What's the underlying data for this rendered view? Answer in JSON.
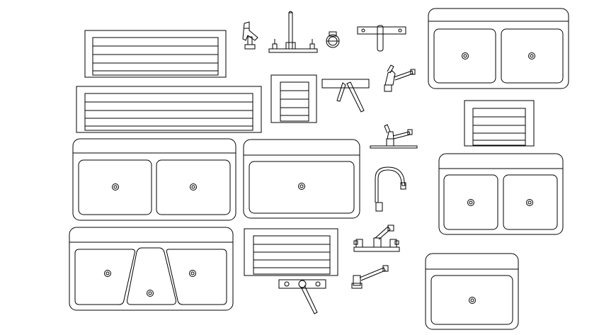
{
  "drawing": {
    "background": "#ffffff",
    "line_color": "#000000",
    "symbols": [
      "vent-grille",
      "double-bowl-sink",
      "triple-bowl-sink",
      "single-bowl-sink",
      "sprayer-faucet",
      "deck-faucet",
      "strainer",
      "wall-faucet",
      "lever-faucet",
      "gooseneck-faucet",
      "three-handle-faucet"
    ]
  }
}
